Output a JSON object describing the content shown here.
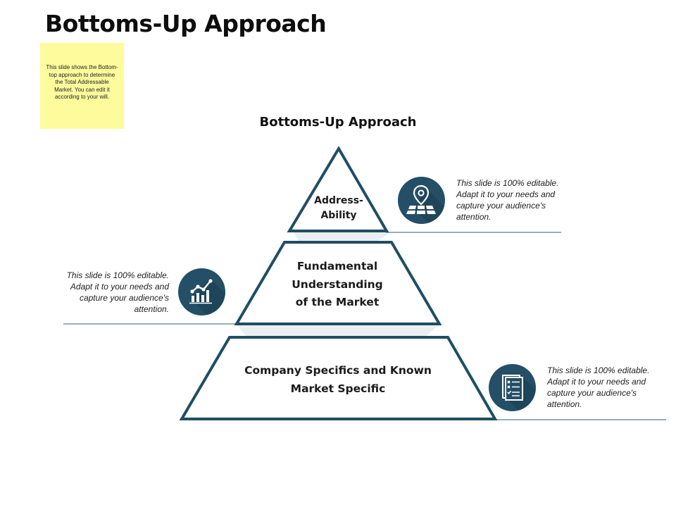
{
  "title": "Bottoms-Up Approach",
  "sticky_note": "This slide shows the Bottom-top approach to determine the Total Addressable Market. You can edit it according to your will.",
  "diagram": {
    "heading": "Bottoms-Up Approach",
    "tiers": [
      {
        "label": "Address-\nAbility",
        "icon": "map-location-icon",
        "note": "This slide is 100% editable. Adapt it to your needs and capture your audience's attention."
      },
      {
        "label": "Fundamental\nUnderstanding\nof the Market",
        "icon": "growth-chart-icon",
        "note": "This slide is 100% editable. Adapt it to your needs and capture your audience's attention."
      },
      {
        "label": "Company Specifics and Known\nMarket Specific",
        "icon": "checklist-document-icon",
        "note": "This slide is 100% editable. Adapt it to your needs and capture your audience's attention."
      }
    ]
  },
  "colors": {
    "accent": "#244f66",
    "outline": "#1f4e64",
    "sticky": "#fdfb9c",
    "rule": "#2e5f75"
  }
}
